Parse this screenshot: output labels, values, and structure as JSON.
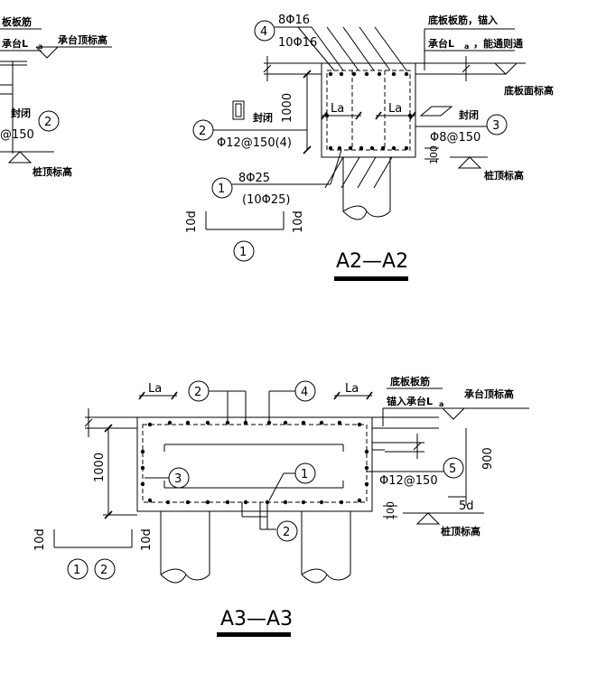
{
  "left_fragment": {
    "rebar_note_top": "板板筋",
    "anchor_note": "承台L",
    "anchor_sub": "a",
    "cap_top_elev": "承台顶标高",
    "seal_label": "封闭",
    "callout_2": "2",
    "spacing_label": "@150",
    "pile_top_elev": "桩顶标高"
  },
  "a2": {
    "callout_4": "4",
    "top_bars_1": "8Φ16",
    "top_bars_2": "10Φ16",
    "slab_note_1": "底板板筋，锚入",
    "slab_note_2": "承台L",
    "slab_note_sub": "a",
    "slab_note_tail": "，能通则通",
    "slab_top_elev": "底板面标高",
    "depth_label": "1000",
    "la_left": "La",
    "la_right": "La",
    "seal_left": "封闭",
    "seal_right": "封闭",
    "callout_2": "2",
    "stirrup_label": "Φ12@150(4)",
    "callout_3": "3",
    "tie_label": "Φ8@150",
    "cover_label": "100",
    "pile_top_elev": "桩顶标高",
    "callout_1": "1",
    "bottom_bars_1": "8Φ25",
    "bottom_bars_2": "(10Φ25)",
    "hook_left": "10d",
    "hook_right": "10d",
    "detail_callout": "1",
    "title": "A2—A2"
  },
  "a3": {
    "la_left": "La",
    "callout_2_top": "2",
    "callout_4": "4",
    "la_right": "La",
    "slab_note_1": "底板板筋",
    "slab_note_2": "锚入承台L",
    "slab_note_sub": "a",
    "cap_top_elev": "承台顶标高",
    "depth_label": "1000",
    "callout_3": "3",
    "callout_1": "1",
    "side_depth": "900",
    "stirrup_label": "Φ12@150",
    "callout_5": "5",
    "hook_5d": "5d",
    "cover_label": "100",
    "pile_top_elev": "桩顶标高",
    "callout_2_bottom": "2",
    "hook_left": "10d",
    "hook_right": "10d",
    "detail_callout_1": "1",
    "detail_callout_2": "2",
    "title": "A3—A3"
  }
}
